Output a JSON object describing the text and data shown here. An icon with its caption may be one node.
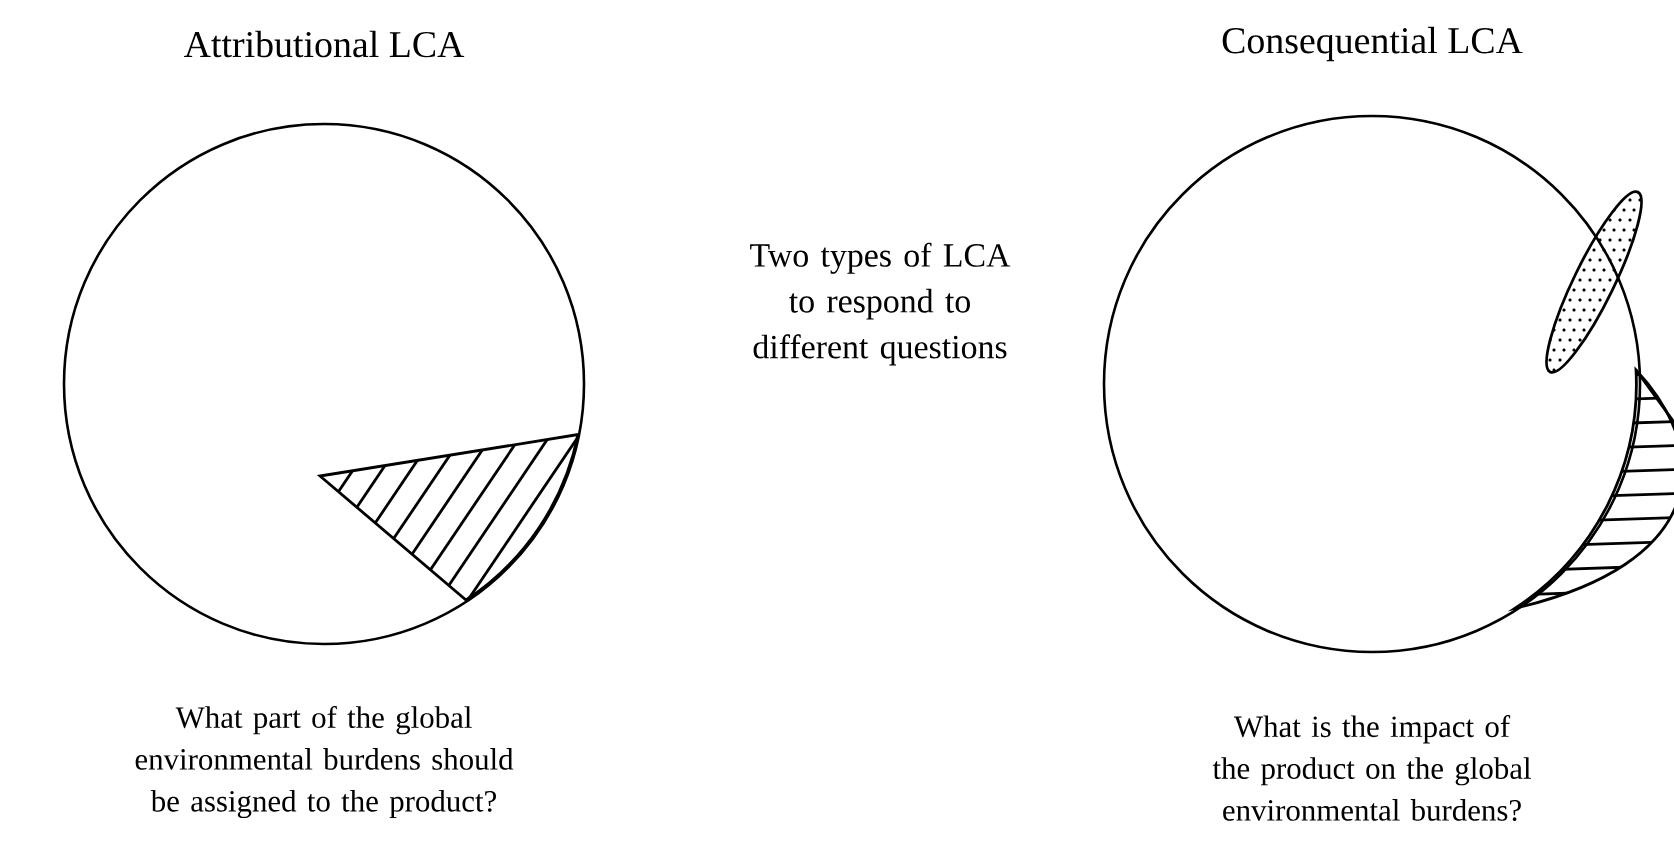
{
  "diagram": {
    "nodes": [
      {
        "text": [
          "Attributional LCA"
        ],
        "beside": [
          "What part of the global environmental burdens should be assigned to the product?"
        ]
      },
      {
        "text": [
          "Consequential LCA"
        ],
        "beside": [
          "What is the impact of the product on the global environmental burdens?"
        ]
      }
    ],
    "labels": [
      "Two types of LCA to respond to different questions"
    ]
  }
}
